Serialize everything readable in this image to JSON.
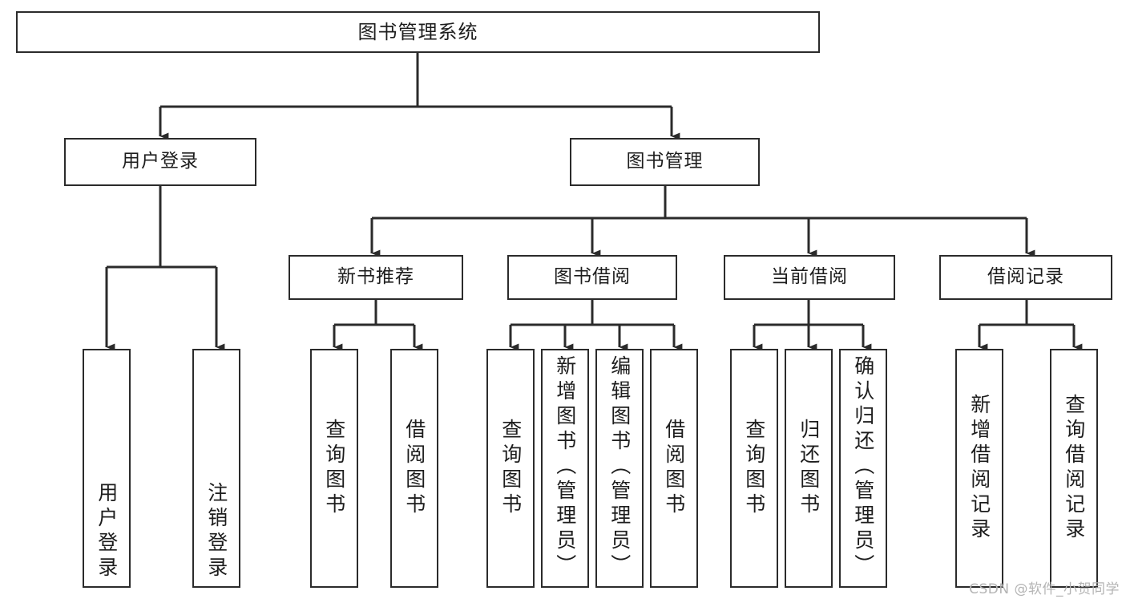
{
  "diagram": {
    "type": "tree",
    "title": "图书管理系统",
    "watermark": "CSDN @软件_小贺同学",
    "colors": {
      "box_border": "#2b2b2b",
      "box_fill": "#ffffff",
      "connector": "#2b2b2b",
      "text": "#1d1d1d",
      "watermark": "#b4b4b4",
      "background": "#ffffff"
    },
    "root": {
      "label": "图书管理系统"
    },
    "level2": [
      {
        "label": "用户登录"
      },
      {
        "label": "图书管理"
      }
    ],
    "level3": [
      {
        "label": "新书推荐"
      },
      {
        "label": "图书借阅"
      },
      {
        "label": "当前借阅"
      },
      {
        "label": "借阅记录"
      }
    ],
    "leaves": {
      "user_login": [
        {
          "label": "用户登录"
        },
        {
          "label": "注销登录"
        }
      ],
      "new_book_recommend": [
        {
          "label": "查询图书"
        },
        {
          "label": "借阅图书"
        }
      ],
      "book_borrow": [
        {
          "label": "查询图书"
        },
        {
          "label": "新增图书（管理员）"
        },
        {
          "label": "编辑图书（管理员）"
        },
        {
          "label": "借阅图书"
        }
      ],
      "current_borrow": [
        {
          "label": "查询图书"
        },
        {
          "label": "归还图书"
        },
        {
          "label": "确认归还（管理员）"
        }
      ],
      "borrow_record": [
        {
          "label": "新增借阅记录"
        },
        {
          "label": "查询借阅记录"
        }
      ]
    }
  }
}
